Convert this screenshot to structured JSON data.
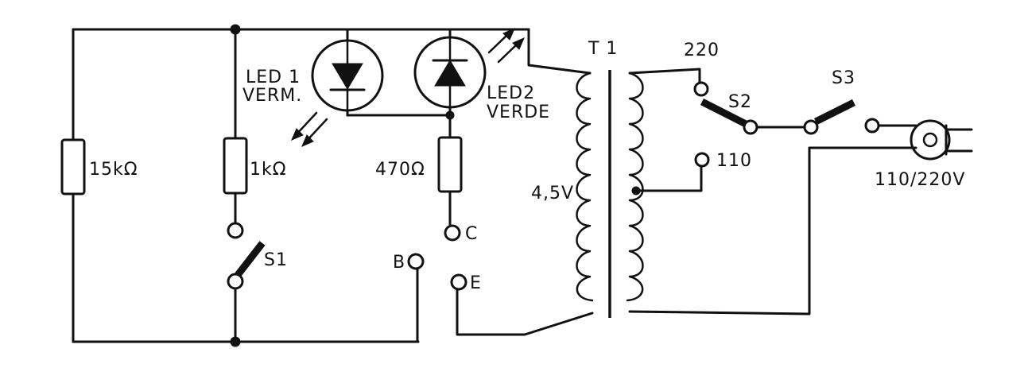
{
  "labels": {
    "r1": "15kΩ",
    "r2": "1kΩ",
    "r3": "470Ω",
    "led1_name": "LED 1",
    "led1_color": "VERM.",
    "led2_name": "LED2",
    "led2_color": "VERDE",
    "s1": "S1",
    "s2": "S2",
    "s3": "S3",
    "transformer": "T 1",
    "secondary_voltage": "4,5V",
    "tap_220": "220",
    "tap_110": "110",
    "mains": "110/220V",
    "terminal_b": "B",
    "terminal_c": "C",
    "terminal_e": "E"
  },
  "colors": {
    "ink": "#111111",
    "paper": "#ffffff"
  }
}
